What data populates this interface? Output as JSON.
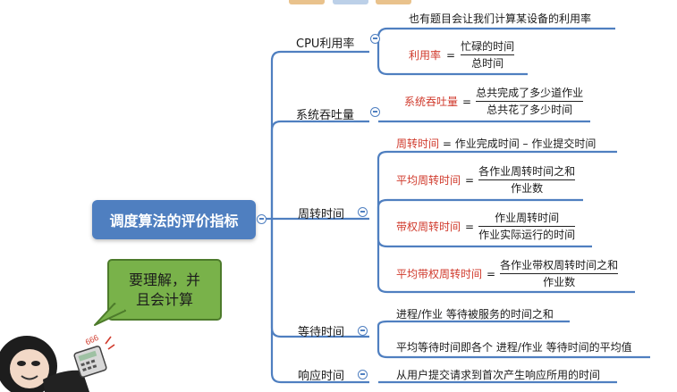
{
  "mindmap": {
    "root": "调度算法的评价指标",
    "nodes": {
      "cpu": {
        "label": "CPU利用率",
        "note": "也有题目会让我们计算某设备的利用率",
        "formula": {
          "name": "利用率",
          "eq": "=",
          "numerator": "忙碌的时间",
          "denominator": "总时间"
        }
      },
      "throughput": {
        "label": "系统吞吐量",
        "formula": {
          "name": "系统吞吐量",
          "eq": "=",
          "numerator": "总共完成了多少道作业",
          "denominator": "总共花了多少时间"
        }
      },
      "turnaround": {
        "label": "周转时间",
        "def": {
          "name": "周转时间",
          "rest": " = 作业完成时间 – 作业提交时间"
        },
        "avg": {
          "name": "平均周转时间",
          "eq": "=",
          "numerator": "各作业周转时间之和",
          "denominator": "作业数"
        },
        "weighted": {
          "name": "带权周转时间",
          "eq": "=",
          "numerator": "作业周转时间",
          "denominator": "作业实际运行的时间"
        },
        "avg_weighted": {
          "name": "平均带权周转时间",
          "eq": "=",
          "numerator": "各作业带权周转时间之和",
          "denominator": "作业数"
        }
      },
      "waiting": {
        "label": "等待时间",
        "item1": "进程/作业 等待被服务的时间之和",
        "item2": "平均等待时间即各个 进程/作业 等待时间的平均值"
      },
      "response": {
        "label": "响应时间",
        "item1": "从用户提交请求到首次产生响应所用的时间"
      }
    }
  },
  "callout": {
    "line1": "要理解，并",
    "line2": "且会计算"
  },
  "meme": {
    "label": "666"
  },
  "colors": {
    "branch": "#4f7fc0",
    "highlight": "#d03a2c",
    "bubble": "#79b24a"
  }
}
